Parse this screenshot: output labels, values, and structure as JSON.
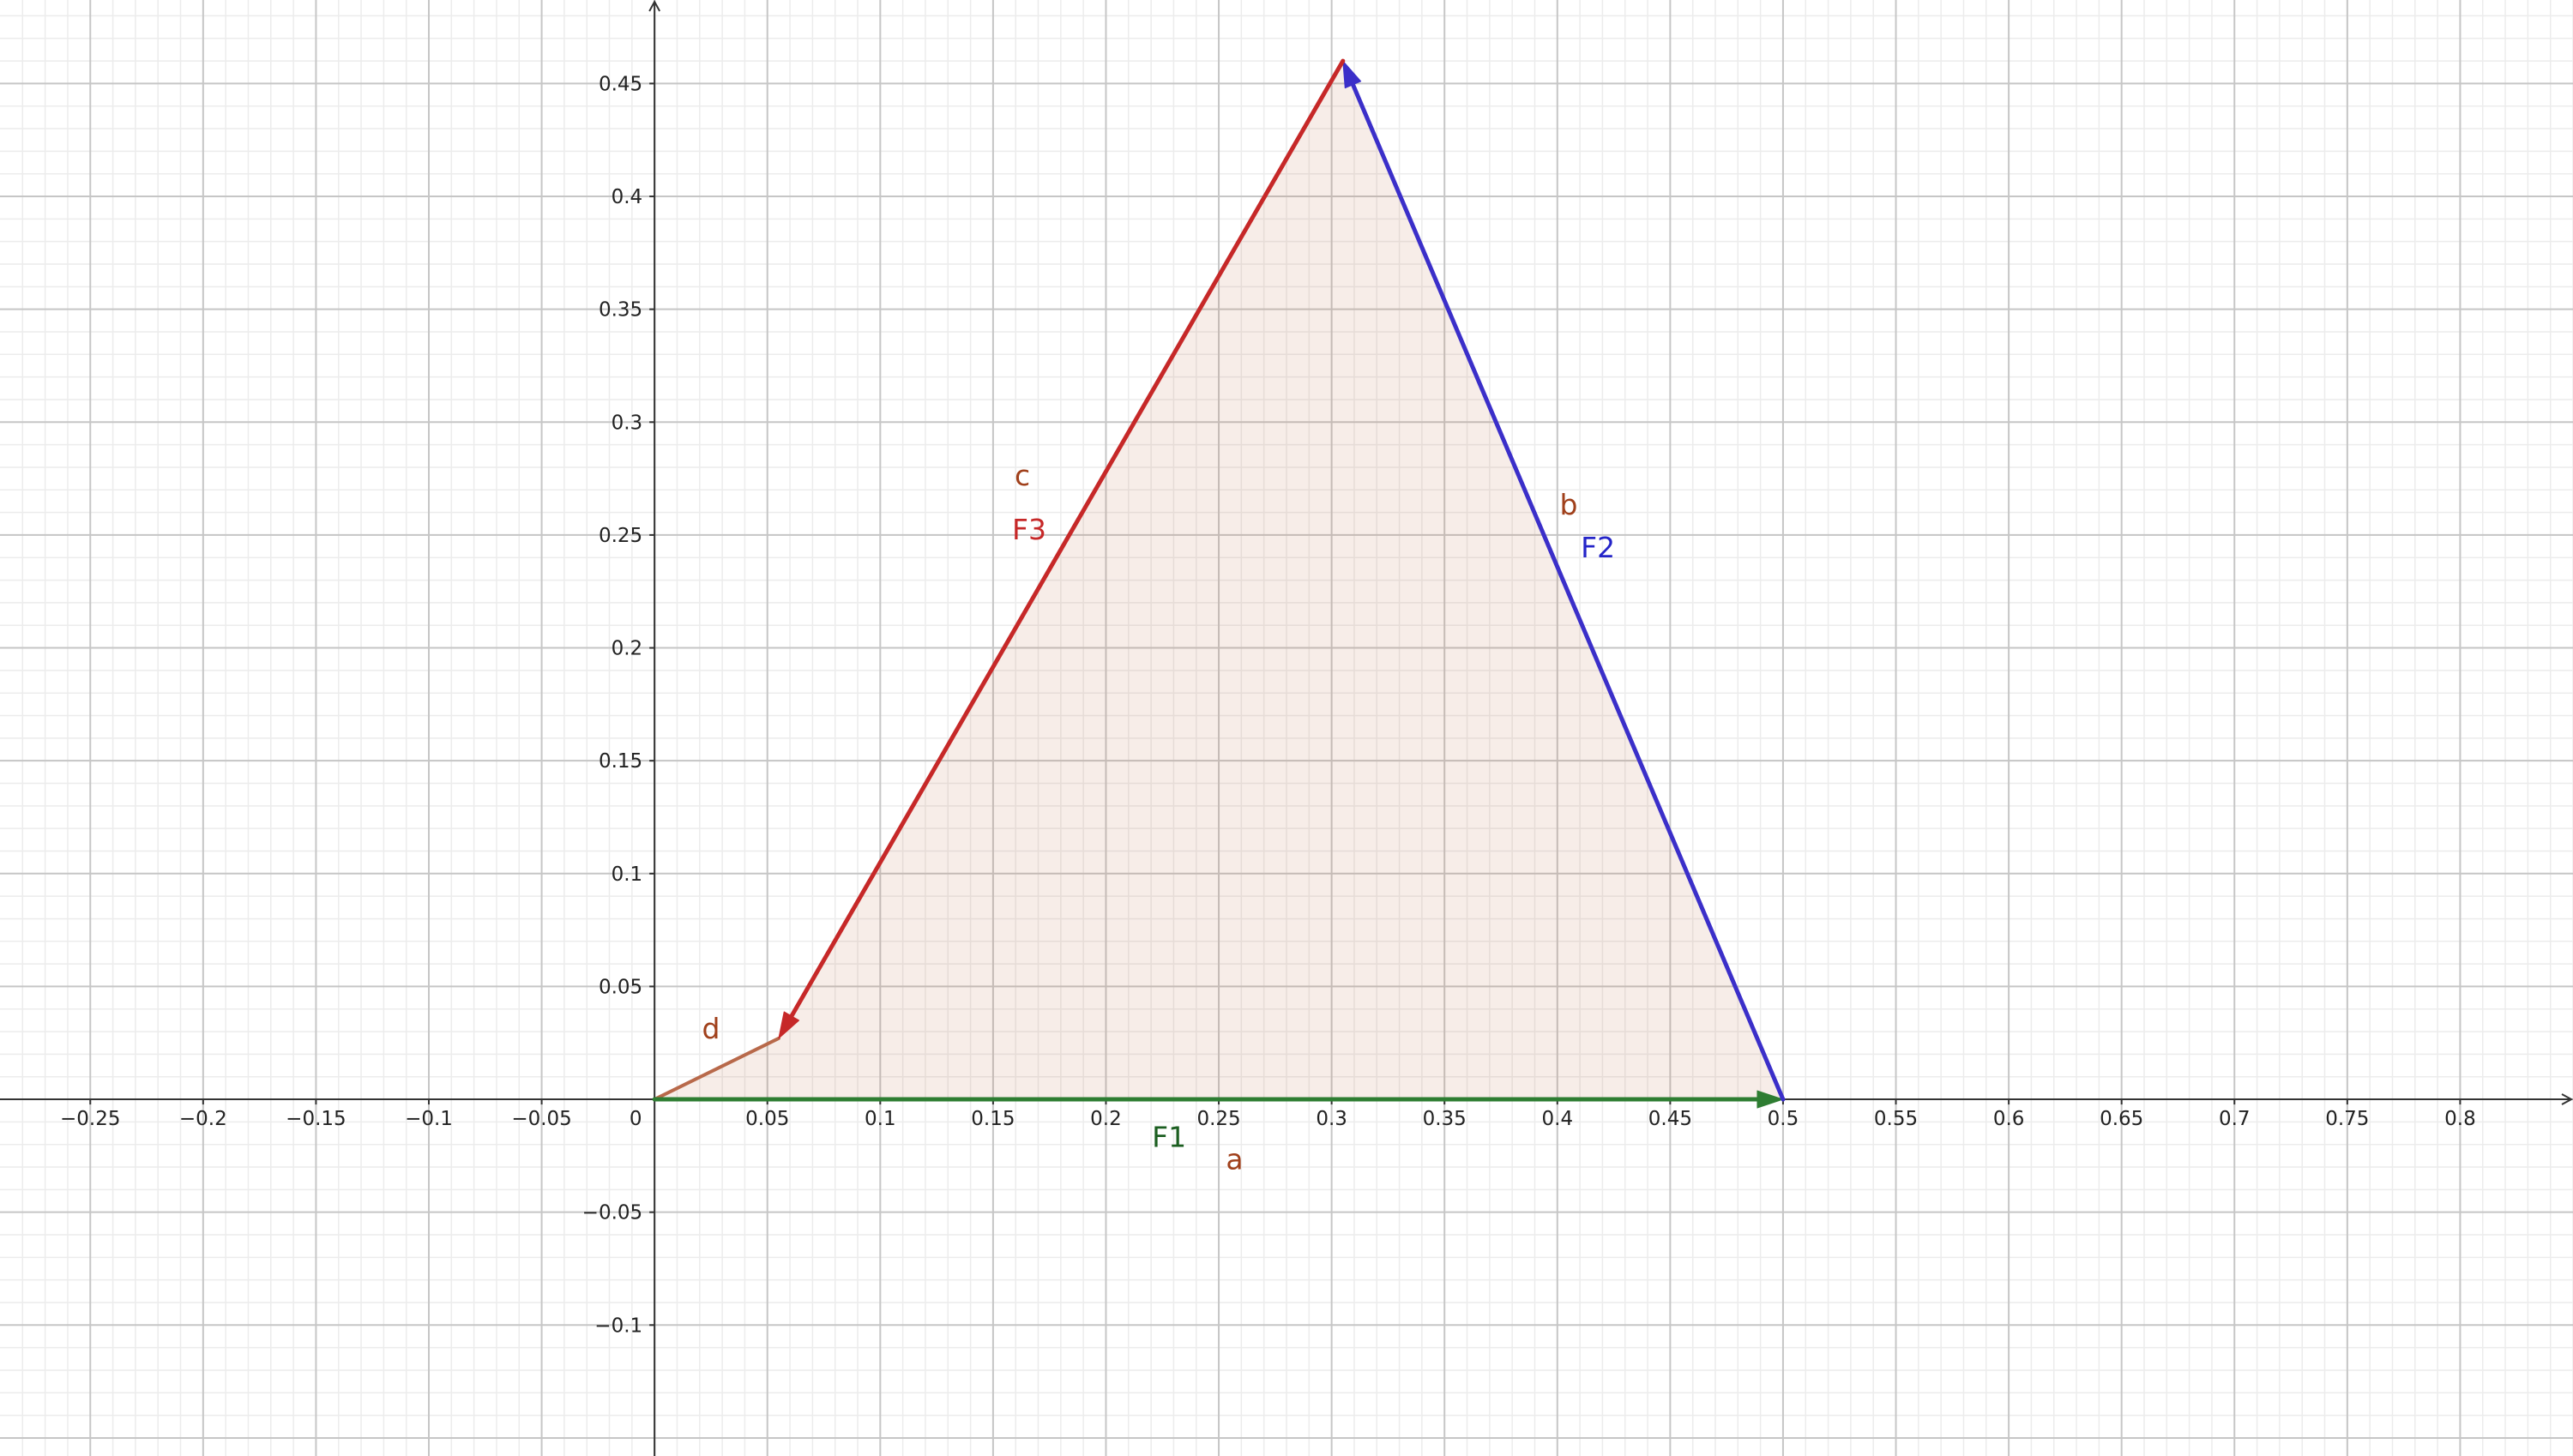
{
  "axes": {
    "x_range": [
      -0.29,
      0.85
    ],
    "y_range": [
      -0.158,
      0.487
    ],
    "x_ticks": [
      {
        "v": -0.25,
        "label": "−0.25"
      },
      {
        "v": -0.2,
        "label": "−0.2"
      },
      {
        "v": -0.15,
        "label": "−0.15"
      },
      {
        "v": -0.1,
        "label": "−0.1"
      },
      {
        "v": -0.05,
        "label": "−0.05"
      },
      {
        "v": 0,
        "label": "0"
      },
      {
        "v": 0.05,
        "label": "0.05"
      },
      {
        "v": 0.1,
        "label": "0.1"
      },
      {
        "v": 0.15,
        "label": "0.15"
      },
      {
        "v": 0.2,
        "label": "0.2"
      },
      {
        "v": 0.25,
        "label": "0.25"
      },
      {
        "v": 0.3,
        "label": "0.3"
      },
      {
        "v": 0.35,
        "label": "0.35"
      },
      {
        "v": 0.4,
        "label": "0.4"
      },
      {
        "v": 0.45,
        "label": "0.45"
      },
      {
        "v": 0.5,
        "label": "0.5"
      },
      {
        "v": 0.55,
        "label": "0.55"
      },
      {
        "v": 0.6,
        "label": "0.6"
      },
      {
        "v": 0.65,
        "label": "0.65"
      },
      {
        "v": 0.7,
        "label": "0.7"
      },
      {
        "v": 0.75,
        "label": "0.75"
      },
      {
        "v": 0.8,
        "label": "0.8"
      }
    ],
    "y_ticks": [
      {
        "v": -0.1,
        "label": "−0.1"
      },
      {
        "v": -0.05,
        "label": "−0.05"
      },
      {
        "v": 0.05,
        "label": "0.05"
      },
      {
        "v": 0.1,
        "label": "0.1"
      },
      {
        "v": 0.15,
        "label": "0.15"
      },
      {
        "v": 0.2,
        "label": "0.2"
      },
      {
        "v": 0.25,
        "label": "0.25"
      },
      {
        "v": 0.3,
        "label": "0.3"
      },
      {
        "v": 0.35,
        "label": "0.35"
      },
      {
        "v": 0.4,
        "label": "0.4"
      },
      {
        "v": 0.45,
        "label": "0.45"
      }
    ],
    "major_step": 0.05,
    "minor_step": 0.01,
    "grid": true
  },
  "polygon": {
    "points": [
      [
        0,
        0
      ],
      [
        0.5,
        0
      ],
      [
        0.305,
        0.46
      ],
      [
        0.055,
        0.027
      ]
    ],
    "fill": "#c0714f",
    "fill_opacity": 0.13
  },
  "vectors": [
    {
      "id": "F1",
      "name": "F1",
      "segment": "a",
      "from": [
        0,
        0
      ],
      "to": [
        0.5,
        0
      ],
      "color": "#2e7d32",
      "label_color": "#1b5e20",
      "segment_color": "#a0401b"
    },
    {
      "id": "F2",
      "name": "F2",
      "segment": "b",
      "from": [
        0.5,
        0
      ],
      "to": [
        0.305,
        0.46
      ],
      "color": "#3b2fc9",
      "label_color": "#2424c8",
      "segment_color": "#a0401b"
    },
    {
      "id": "F3",
      "name": "F3",
      "segment": "c",
      "from": [
        0.305,
        0.46
      ],
      "to": [
        0.055,
        0.027
      ],
      "color": "#c62828",
      "label_color": "#c62828",
      "segment_color": "#a0401b"
    }
  ],
  "segments": [
    {
      "id": "d",
      "name": "d",
      "from": [
        0,
        0
      ],
      "to": [
        0.055,
        0.027
      ],
      "color": "#b8694a",
      "label_color": "#a0401b"
    }
  ],
  "labels": [
    {
      "text": "F1",
      "at": [
        0.228,
        -0.021
      ],
      "color": "#1b5e20"
    },
    {
      "text": "a",
      "at": [
        0.257,
        -0.031
      ],
      "color": "#a0401b"
    },
    {
      "text": "F2",
      "at": [
        0.418,
        0.24
      ],
      "color": "#2424c8"
    },
    {
      "text": "b",
      "at": [
        0.405,
        0.259
      ],
      "color": "#a0401b"
    },
    {
      "text": "F3",
      "at": [
        0.166,
        0.248
      ],
      "color": "#c62828"
    },
    {
      "text": "c",
      "at": [
        0.163,
        0.272
      ],
      "color": "#a0401b"
    },
    {
      "text": "d",
      "at": [
        0.025,
        0.027
      ],
      "color": "#a0401b"
    }
  ]
}
